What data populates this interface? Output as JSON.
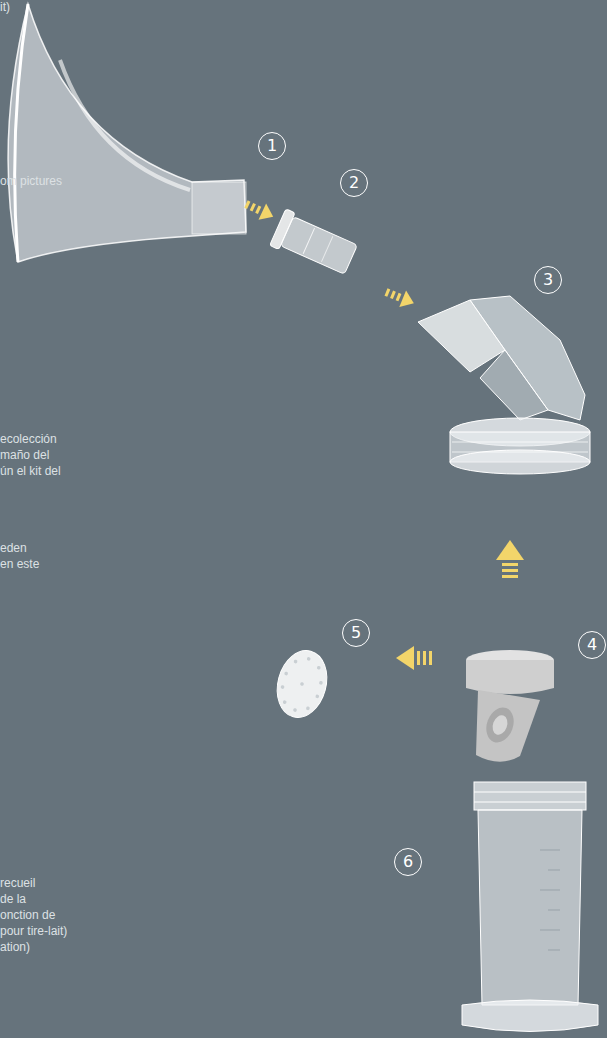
{
  "diagram": {
    "nodes": [
      {
        "text": [
          "1"
        ]
      },
      {
        "text": [
          "2"
        ]
      },
      {
        "text": [
          "3"
        ]
      },
      {
        "text": [
          "4"
        ]
      },
      {
        "text": [
          "5"
        ]
      },
      {
        "text": [
          "6"
        ]
      }
    ],
    "labels": [
      "it)",
      "om pictures",
      "ecolección",
      "maño del",
      "ún el kit del",
      "eden",
      "en este",
      "recueil",
      "de la",
      "onction de",
      "pour tire-lait)",
      "ation)"
    ]
  }
}
